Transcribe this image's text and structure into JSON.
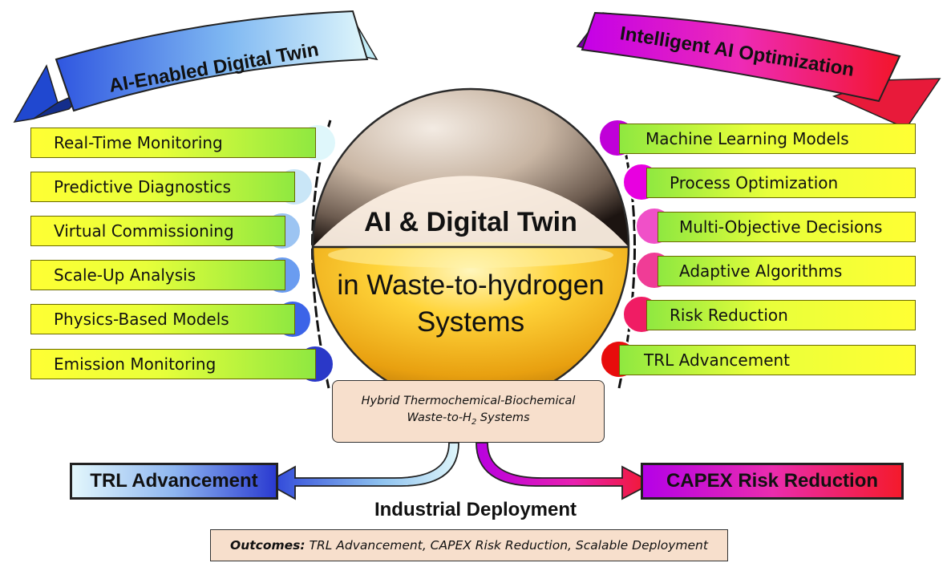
{
  "ribbons": {
    "left": "AI-Enabled Digital Twin",
    "right": "Intelligent AI Optimization"
  },
  "left_items": [
    "Real-Time Monitoring",
    "Predictive Diagnostics",
    "Virtual Commissioning",
    "Scale-Up Analysis",
    "Physics-Based Models",
    "Emission Monitoring"
  ],
  "right_items": [
    "Machine Learning Models",
    "Process Optimization",
    "Multi-Objective Decisions",
    "Adaptive Algorithms",
    "Risk Reduction",
    "TRL Advancement"
  ],
  "sphere": {
    "top_text": "AI & Digital Twin",
    "bottom_line1": "in Waste-to-hydrogen",
    "bottom_line2": "Systems"
  },
  "hybrid_box": {
    "line1": "Hybrid Thermochemical-Biochemical",
    "line2_prefix": "Waste-to-H",
    "line2_sub": "2",
    "line2_suffix": " Systems"
  },
  "left_box": "TRL Advancement",
  "right_box": "CAPEX Risk Reduction",
  "deployment_label": "Industrial Deployment",
  "outcomes": {
    "label": "Outcomes:",
    "text": " TRL Advancement, CAPEX Risk Reduction, Scalable Deployment"
  },
  "colors": {
    "left_bullets": [
      "#dff7fb",
      "#c9e6f7",
      "#9cc4f2",
      "#6a9cf0",
      "#3c64e8",
      "#2a38c8"
    ],
    "right_bullets": [
      "#c000d8",
      "#e800e0",
      "#f050c8",
      "#f03c96",
      "#f01c64",
      "#e80c0c"
    ]
  }
}
